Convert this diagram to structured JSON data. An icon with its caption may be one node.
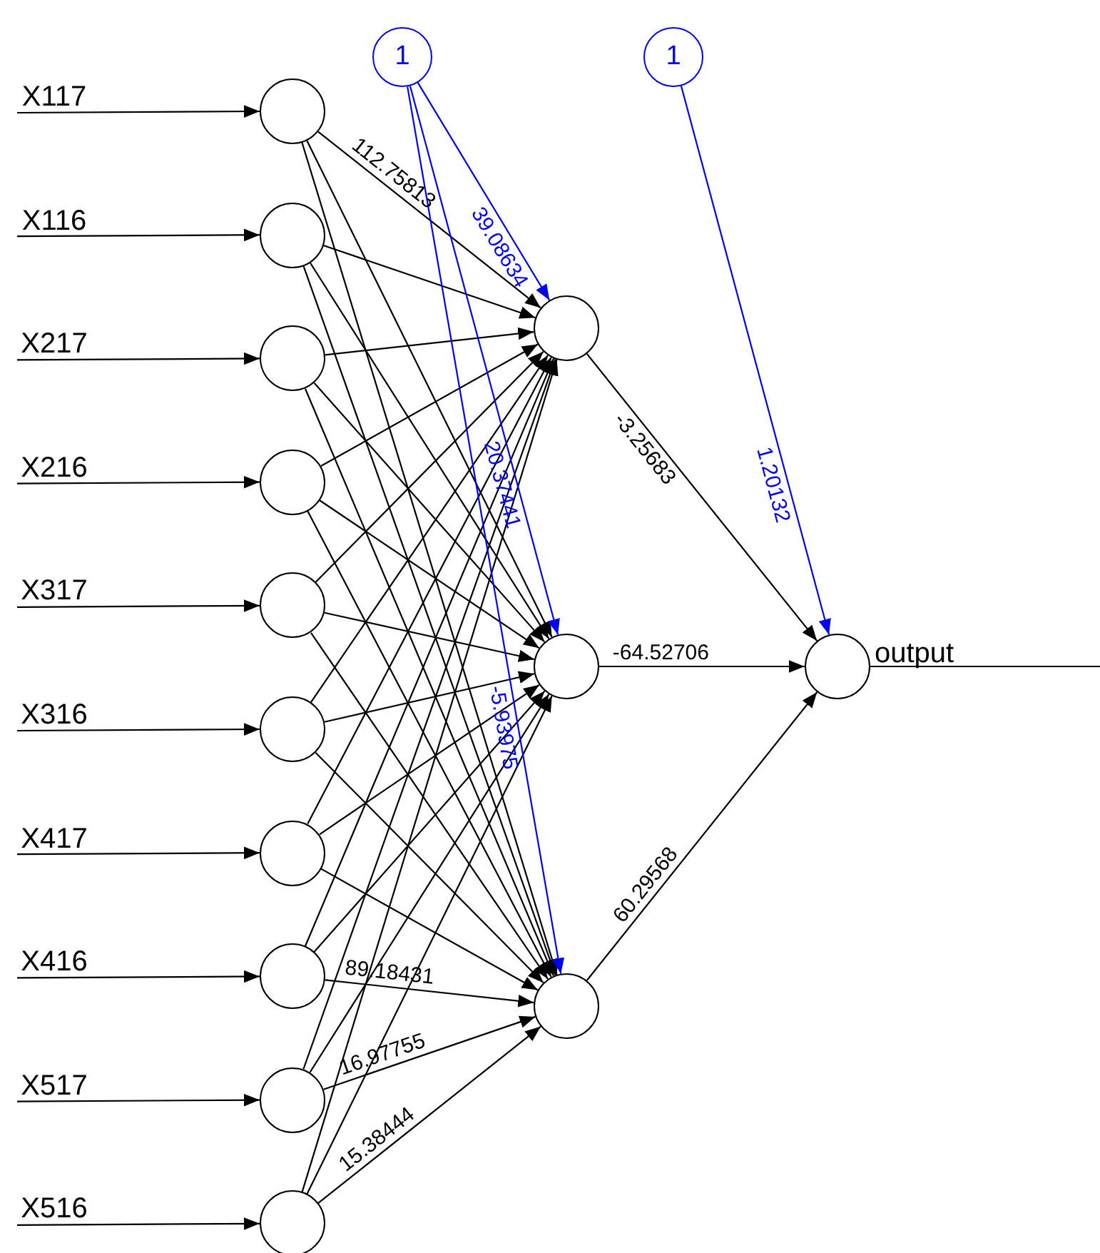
{
  "diagram": {
    "nodes": [
      {
        "text": [
          "X117"
        ]
      },
      {
        "text": [
          "X116"
        ]
      },
      {
        "text": [
          "X217"
        ]
      },
      {
        "text": [
          "X216"
        ]
      },
      {
        "text": [
          "X317"
        ]
      },
      {
        "text": [
          "X316"
        ]
      },
      {
        "text": [
          "X417"
        ]
      },
      {
        "text": [
          "X416"
        ]
      },
      {
        "text": [
          "X517"
        ]
      },
      {
        "text": [
          "X516"
        ]
      },
      {
        "text": [],
        "shape": "circle"
      },
      {
        "text": [],
        "shape": "circle"
      },
      {
        "text": [],
        "shape": "circle"
      },
      {
        "text": [],
        "shape": "circle"
      },
      {
        "text": [],
        "shape": "circle"
      },
      {
        "text": [],
        "shape": "circle"
      },
      {
        "text": [],
        "shape": "circle"
      },
      {
        "text": [],
        "shape": "circle"
      },
      {
        "text": [],
        "shape": "circle"
      },
      {
        "text": [],
        "shape": "circle"
      },
      {
        "text": [
          "1"
        ]
      },
      {
        "text": [
          "1"
        ]
      },
      {
        "text": [],
        "shape": "circle"
      },
      {
        "text": [],
        "shape": "circle"
      },
      {
        "text": [],
        "shape": "circle"
      },
      {
        "text": [],
        "shape": "circle",
        "beside": [
          "output"
        ]
      }
    ],
    "edges": [
      {
        "from": 0,
        "to": 10,
        "arrow": "to"
      },
      {
        "from": 1,
        "to": 11,
        "arrow": "to"
      },
      {
        "from": 2,
        "to": 12,
        "arrow": "to"
      },
      {
        "from": 3,
        "to": 13,
        "arrow": "to"
      },
      {
        "from": 4,
        "to": 14,
        "arrow": "to"
      },
      {
        "from": 5,
        "to": 15,
        "arrow": "to"
      },
      {
        "from": 6,
        "to": 16,
        "arrow": "to"
      },
      {
        "from": 7,
        "to": 17,
        "arrow": "to"
      },
      {
        "from": 8,
        "to": 18,
        "arrow": "to"
      },
      {
        "from": 9,
        "to": 19,
        "arrow": "to"
      },
      {
        "from": 10,
        "to": 22,
        "arrow": "to",
        "label": "112.75813"
      },
      {
        "from": 10,
        "to": 23,
        "arrow": "to"
      },
      {
        "from": 10,
        "to": 24,
        "arrow": "to"
      },
      {
        "from": 11,
        "to": 22,
        "arrow": "to"
      },
      {
        "from": 11,
        "to": 23,
        "arrow": "to"
      },
      {
        "from": 11,
        "to": 24,
        "arrow": "to"
      },
      {
        "from": 12,
        "to": 22,
        "arrow": "to"
      },
      {
        "from": 12,
        "to": 23,
        "arrow": "to"
      },
      {
        "from": 12,
        "to": 24,
        "arrow": "to"
      },
      {
        "from": 13,
        "to": 22,
        "arrow": "to"
      },
      {
        "from": 13,
        "to": 23,
        "arrow": "to"
      },
      {
        "from": 13,
        "to": 24,
        "arrow": "to"
      },
      {
        "from": 14,
        "to": 22,
        "arrow": "to"
      },
      {
        "from": 14,
        "to": 23,
        "arrow": "to"
      },
      {
        "from": 14,
        "to": 24,
        "arrow": "to"
      },
      {
        "from": 15,
        "to": 22,
        "arrow": "to"
      },
      {
        "from": 15,
        "to": 23,
        "arrow": "to"
      },
      {
        "from": 15,
        "to": 24,
        "arrow": "to"
      },
      {
        "from": 16,
        "to": 22,
        "arrow": "to"
      },
      {
        "from": 16,
        "to": 23,
        "arrow": "to"
      },
      {
        "from": 16,
        "to": 24,
        "arrow": "to"
      },
      {
        "from": 17,
        "to": 22,
        "arrow": "to"
      },
      {
        "from": 17,
        "to": 23,
        "arrow": "to"
      },
      {
        "from": 17,
        "to": 24,
        "arrow": "to",
        "label": "89.18431"
      },
      {
        "from": 18,
        "to": 22,
        "arrow": "to"
      },
      {
        "from": 18,
        "to": 23,
        "arrow": "to"
      },
      {
        "from": 18,
        "to": 24,
        "arrow": "to",
        "label": "16.97755"
      },
      {
        "from": 19,
        "to": 22,
        "arrow": "to"
      },
      {
        "from": 19,
        "to": 23,
        "arrow": "to"
      },
      {
        "from": 19,
        "to": 24,
        "arrow": "to",
        "label": "15.38444"
      },
      {
        "from": 20,
        "to": 22,
        "arrow": "to",
        "label": "39.08634",
        "color": "#0000ff"
      },
      {
        "from": 20,
        "to": 23,
        "arrow": "to",
        "label": "20.37441",
        "color": "#0000ff"
      },
      {
        "from": 20,
        "to": 24,
        "arrow": "to",
        "label": "-5.93975",
        "color": "#0000ff"
      },
      {
        "from": 22,
        "to": 25,
        "arrow": "to",
        "label": "-3.25683"
      },
      {
        "from": 23,
        "to": 25,
        "arrow": "to",
        "label": "-64.52706"
      },
      {
        "from": 24,
        "to": 25,
        "arrow": "to",
        "label": "60.29568"
      },
      {
        "from": 21,
        "to": 25,
        "arrow": "to",
        "label": "1.20132",
        "color": "#0000ff"
      },
      {
        "from": 25,
        "to": null,
        "arrow": "none"
      }
    ]
  }
}
